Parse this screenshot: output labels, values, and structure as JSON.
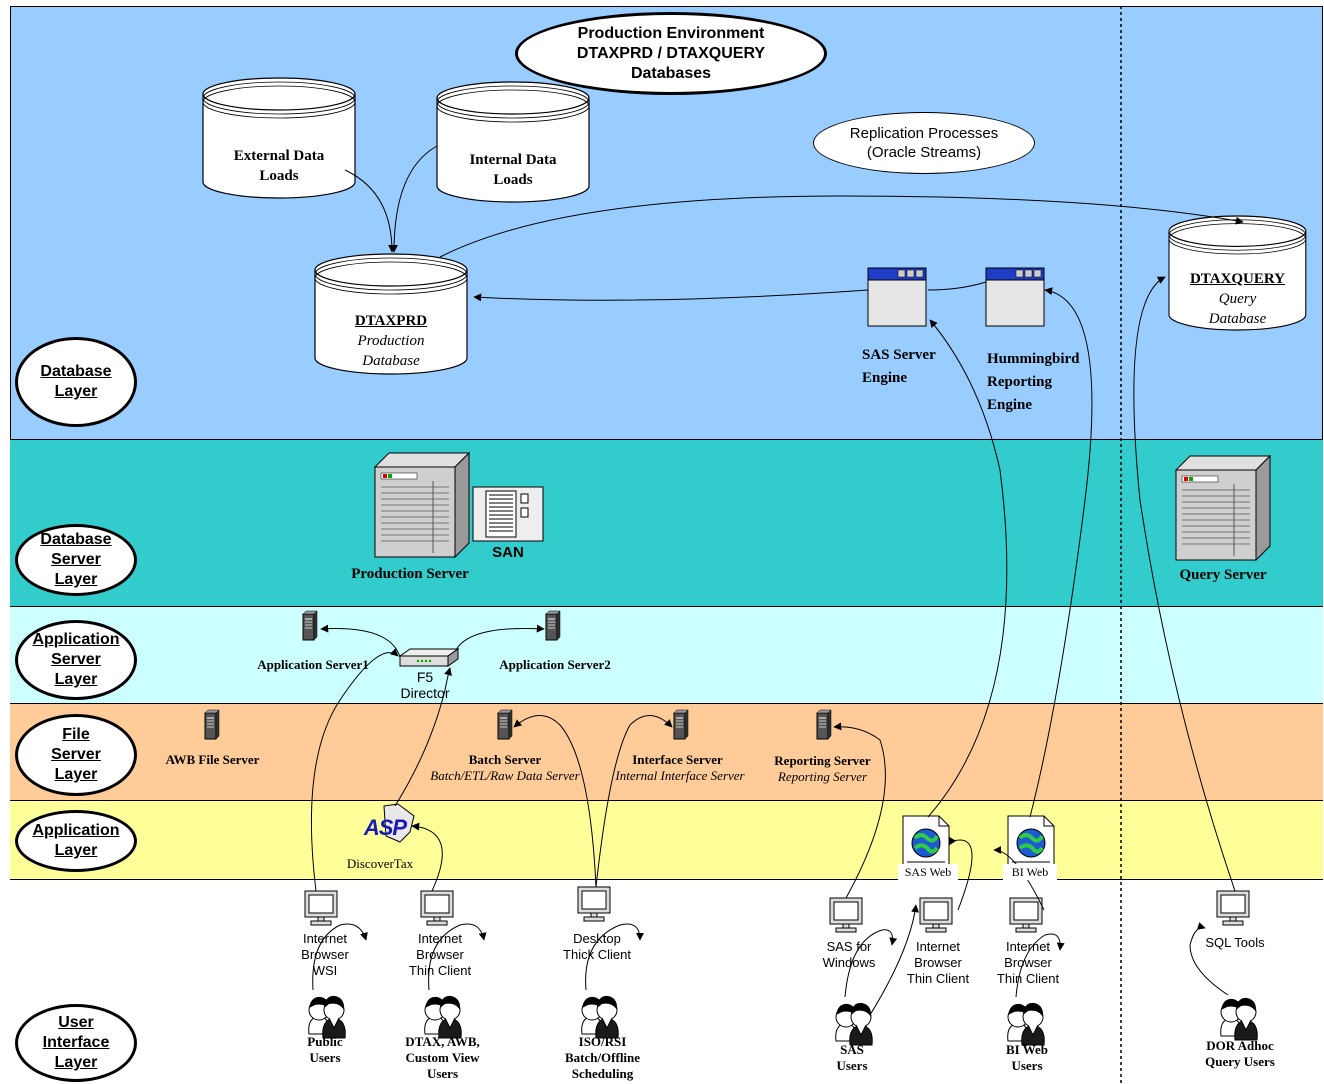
{
  "title": "Production Environment\nDTAXPRD / DTAXQUERY\nDatabases",
  "replication": "Replication Processes\n(Oracle Streams)",
  "layers": {
    "database": "Database\nLayer",
    "database_server": "Database\nServer\nLayer",
    "application_server": "Application\nServer\nLayer",
    "file_server": "File\nServer\nLayer",
    "application": "Application\nLayer",
    "user_interface": "User\nInterface\nLayer"
  },
  "colors": {
    "database": "#99ccff",
    "database_server": "#33cccc",
    "application_server": "#ccffff",
    "file_server": "#ffcc99",
    "application": "#ffff99",
    "user_interface": "#ffffff"
  },
  "databases": {
    "external": "External Data\nLoads",
    "internal": "Internal Data\nLoads",
    "prd_title": "DTAXPRD",
    "prd_sub": "Production\nDatabase",
    "query_title": "DTAXQUERY",
    "query_sub": "Query\nDatabase"
  },
  "engines": {
    "sas": "SAS Server\nEngine",
    "hummingbird": "Hummingbird\nReporting\nEngine"
  },
  "servers": {
    "production": "Production Server",
    "san": "SAN",
    "query": "Query Server"
  },
  "app_servers": {
    "server1": "Application Server1",
    "server2": "Application Server2",
    "f5": "F5\nDirector"
  },
  "file_servers": {
    "awb": "AWB File Server",
    "batch": "Batch Server",
    "batch_sub": "Batch/ETL/Raw Data Server",
    "interface": "Interface Server",
    "interface_sub": "Internal Interface Server",
    "reporting": "Reporting Server",
    "reporting_sub": "Reporting Server"
  },
  "applications": {
    "asp_logo": "ASP",
    "discovertax": "DiscoverTax",
    "sas_web": "SAS Web",
    "bi_web": "BI Web"
  },
  "clients": {
    "wsi": "Internet\nBrowser\nWSI",
    "thin1": "Internet\nBrowser\nThin Client",
    "thick": "Desktop\nThick Client",
    "sas_windows": "SAS for\nWindows",
    "thin2": "Internet\nBrowser\nThin Client",
    "thin3": "Internet\nBrowser\nThin Client",
    "sql_tools": "SQL Tools"
  },
  "users": {
    "public": "Public\nUsers",
    "dtax": "DTAX, AWB,\nCustom View\nUsers",
    "iso": "ISO/RSI\nBatch/Offline\nScheduling",
    "sas": "SAS\nUsers",
    "bi": "BI Web\nUsers",
    "dor": "DOR Adhoc\nQuery Users"
  }
}
